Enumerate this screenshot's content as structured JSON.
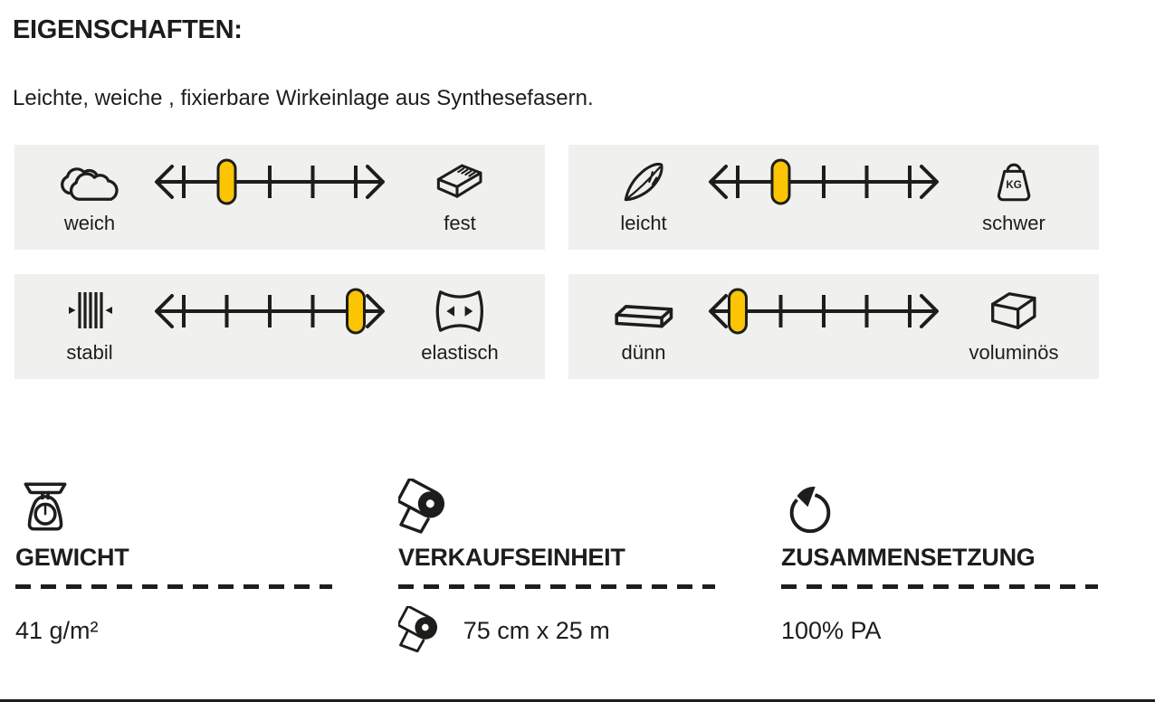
{
  "page": {
    "title": "EIGENSCHAFTEN:",
    "description": "Leichte, weiche , fixierbare Wirkeinlage aus Synthesefasern."
  },
  "colors": {
    "ink": "#1d1d1b",
    "box_background": "#f0f0ee",
    "marker_yellow": "#fbc504"
  },
  "scales": {
    "ticks": 5,
    "items": [
      {
        "left": {
          "icon": "cloud-icon",
          "label": "weich"
        },
        "right": {
          "icon": "brick-icon",
          "label": "fest"
        },
        "value": 2
      },
      {
        "left": {
          "icon": "feather-icon",
          "label": "leicht"
        },
        "right": {
          "icon": "kg-weight-icon",
          "label": "schwer"
        },
        "value": 2
      },
      {
        "left": {
          "icon": "stability-icon",
          "label": "stabil"
        },
        "right": {
          "icon": "elastic-icon",
          "label": "elastisch"
        },
        "value": 5
      },
      {
        "left": {
          "icon": "thin-box-icon",
          "label": "dünn"
        },
        "right": {
          "icon": "volume-box-icon",
          "label": "voluminös"
        },
        "value": 1
      }
    ]
  },
  "details": [
    {
      "icon": "scale-icon",
      "heading": "GEWICHT",
      "value": "41 g/m²",
      "value_icon": null
    },
    {
      "icon": "roll-icon",
      "heading": "VERKAUFSEINHEIT",
      "value": "75 cm x 25 m",
      "value_icon": "roll-icon"
    },
    {
      "icon": "pie-chart-icon",
      "heading": "ZUSAMMENSETZUNG",
      "value": "100% PA",
      "value_icon": null
    }
  ]
}
